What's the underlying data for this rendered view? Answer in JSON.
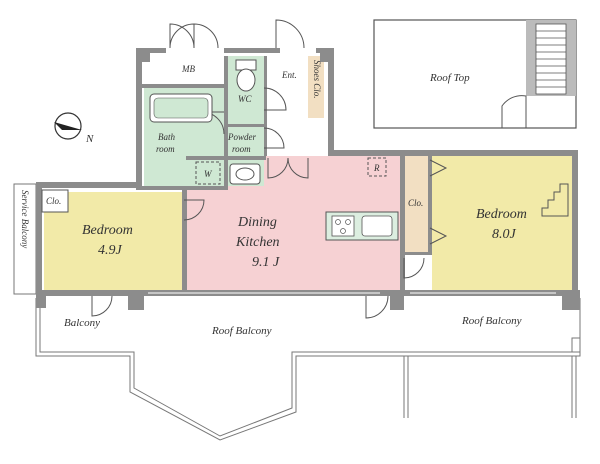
{
  "plan": {
    "roof_top": "Roof Top",
    "mb": "MB",
    "wc": "WC",
    "ent": "Ent.",
    "shoes_clo": "Shoes Clo.",
    "bath_room": "Bath room",
    "bath_line1": "Bath",
    "bath_line2": "room",
    "powder_line1": "Powder",
    "powder_line2": "room",
    "washer": "W",
    "fridge": "R",
    "service_balcony": "Service Balcony",
    "clo_left": "Clo.",
    "clo_right": "Clo.",
    "bedroom_left": {
      "name": "Bedroom",
      "size": "4.9J"
    },
    "dining": {
      "line1": "Dining",
      "line2": "Kitchen",
      "size": "9.1 J"
    },
    "bedroom_right": {
      "name": "Bedroom",
      "size": "8.0J"
    },
    "balcony": "Balcony",
    "roof_balcony_center": "Roof Balcony",
    "roof_balcony_right": "Roof Balcony",
    "compass_label": "N"
  },
  "colors": {
    "wall": "#8c8c8c",
    "bedroom_fill": "#f2eaa8",
    "dining_fill": "#f6d1d3",
    "wet_fill": "#cfe8d3",
    "closet_fill": "#f2dfc2",
    "line": "#555555"
  }
}
